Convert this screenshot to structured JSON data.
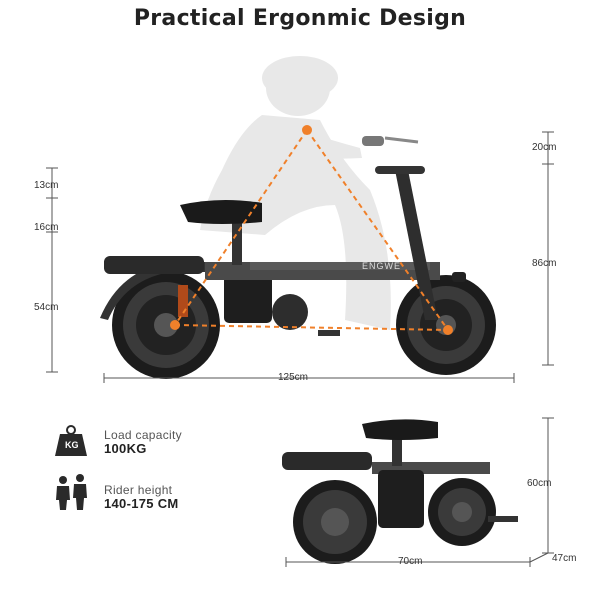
{
  "title": "Practical Ergonmic Design",
  "main_figure": {
    "dimensions": {
      "seat_adjust": "13cm",
      "seat_post": "16cm",
      "seat_height": "54cm",
      "handlebar_adjust": "20cm",
      "handlebar_height": "86cm",
      "length": "125cm"
    },
    "frame_brand": "ENGWE"
  },
  "specs": {
    "load": {
      "icon": "weight-kg-icon",
      "icon_text": "KG",
      "label": "Load capacity",
      "value": "100KG"
    },
    "rider": {
      "icon": "rider-height-icon",
      "label": "Rider height",
      "value": "140-175 CM"
    }
  },
  "folded_figure": {
    "dimensions": {
      "height": "60cm",
      "length": "70cm",
      "width": "47cm"
    }
  },
  "colors": {
    "accent": "#f0802a",
    "frame": "#2b2b2b",
    "silhouette": "#e6e6e6"
  }
}
